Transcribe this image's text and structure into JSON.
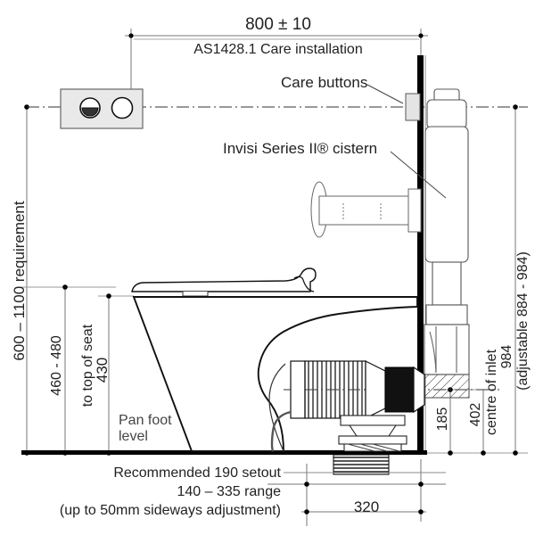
{
  "drawing": {
    "title": "AS1428.1 Care installation toilet suite setout drawing",
    "type": "technical-elevation-drawing",
    "units": "mm"
  },
  "dimensions": {
    "top_main_value": "800 ± 10",
    "top_main_caption": "AS1428.1 Care installation",
    "left_overall": "600 – 1100 requirement",
    "seat_height_range": "460 - 480",
    "seat_height_note": "to top of seat",
    "pan_height": "430",
    "pan_foot_label_line1": "Pan foot",
    "pan_foot_label_line2": "level",
    "right_185": "185",
    "right_402": "402",
    "right_402_note": "centre of inlet",
    "right_984": "984",
    "right_984_note": "(adjustable 884 - 984)",
    "bottom_320": "320",
    "setout_line1": "Recommended 190 setout",
    "setout_line2": "140 – 335 range",
    "setout_line3": "(up to 50mm sideways adjustment)"
  },
  "callouts": {
    "care_buttons": "Care buttons",
    "cistern": "Invisi Series II® cistern"
  },
  "components": {
    "flush_plate": "flush-plate-with-two-buttons",
    "wall": "wall-section",
    "pan": "toilet-pan",
    "seat": "toilet-seat",
    "cistern_body": "concealed-cistern",
    "flexible_hose": "flexible-connector-hose",
    "floor": "floor-line"
  },
  "colors": {
    "line": "#000000",
    "thin_line": "#555555",
    "dim_line": "#777777",
    "fill_grey": "#e6e6e6",
    "hatch": "#444444",
    "text": "#222222"
  }
}
